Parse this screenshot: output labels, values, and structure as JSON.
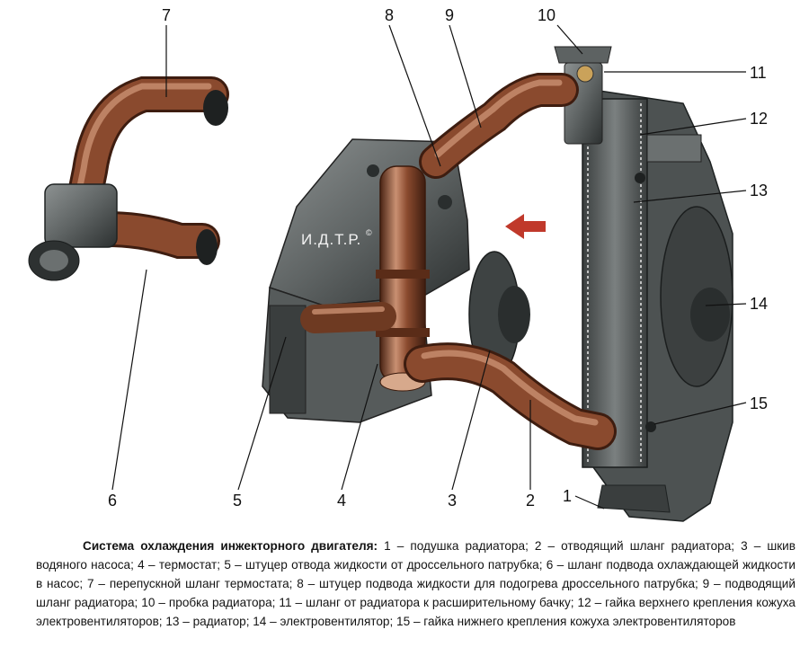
{
  "diagram": {
    "watermark": "И.Д.Т.Р.",
    "watermark_mark": "©",
    "callouts": [
      {
        "id": "7",
        "label": "7"
      },
      {
        "id": "8",
        "label": "8"
      },
      {
        "id": "9",
        "label": "9"
      },
      {
        "id": "10",
        "label": "10"
      },
      {
        "id": "11",
        "label": "11"
      },
      {
        "id": "12",
        "label": "12"
      },
      {
        "id": "13",
        "label": "13"
      },
      {
        "id": "14",
        "label": "14"
      },
      {
        "id": "15",
        "label": "15"
      },
      {
        "id": "6",
        "label": "6"
      },
      {
        "id": "5",
        "label": "5"
      },
      {
        "id": "4",
        "label": "4"
      },
      {
        "id": "3",
        "label": "3"
      },
      {
        "id": "2",
        "label": "2"
      },
      {
        "id": "1",
        "label": "1"
      }
    ],
    "colors": {
      "hose": "#8a4a2e",
      "hose_highlight": "#c99072",
      "hose_dark": "#4a2414",
      "metal": "#6e7272",
      "metal_dark": "#2e3232",
      "radiator": "#5a5e5e",
      "arrow": "#c0392b"
    }
  },
  "caption": {
    "title": "Система охлаждения инжекторного двигателя:",
    "text": " 1 – подушка радиатора; 2 – отводящий шланг радиатора; 3 – шкив водяного насоса; 4 – термостат; 5 – штуцер отвода жидкости от дроссельного патрубка; 6 – шланг подвода охлаждающей жидкости в насос; 7 – перепускной шланг термостата; 8 – штуцер подвода жидкости для подогрева дроссельного патрубка; 9 – подводящий шланг радиатора; 10 – пробка радиатора; 11 – шланг от радиатора к расширительному бачку; 12 – гайка верхнего крепления кожуха электровентиляторов; 13 – радиатор; 14 – электровентилятор; 15 – гайка нижнего крепления кожуха электровентиляторов"
  }
}
